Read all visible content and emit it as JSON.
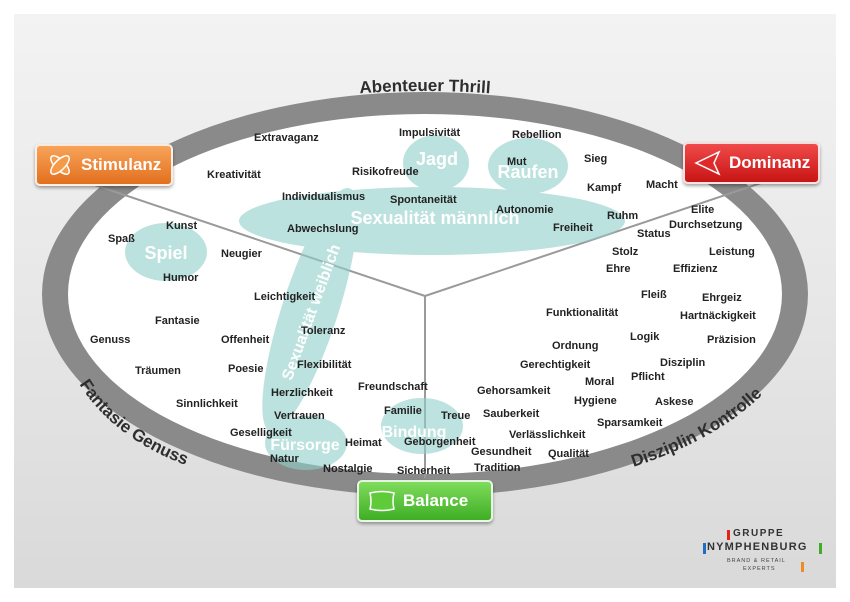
{
  "segments": {
    "top": "Abenteuer Thrill",
    "left": "Fantasie Genuss",
    "right": "Disziplin Kontrolle"
  },
  "buttons": {
    "stimulanz": "Stimulanz",
    "dominanz": "Dominanz",
    "balance": "Balance"
  },
  "clusters": {
    "jagd": "Jagd",
    "raufen": "Raufen",
    "sexualitaet_maennlich": "Sexualität männlich",
    "sexualitaet_weiblich": "Sexualität weiblich",
    "spiel": "Spiel",
    "fuersorge": "Fürsorge",
    "bindung": "Bindung"
  },
  "words": {
    "extravaganz": "Extravaganz",
    "impulsivitaet": "Impulsivität",
    "rebellion": "Rebellion",
    "sieg": "Sieg",
    "mut": "Mut",
    "risikofreude": "Risikofreude",
    "kreativitaet": "Kreativität",
    "individualismus": "Individualismus",
    "spontaneitaet": "Spontaneität",
    "kampf": "Kampf",
    "macht": "Macht",
    "autonomie": "Autonomie",
    "ruhm": "Ruhm",
    "elite": "Elite",
    "freiheit": "Freiheit",
    "durchsetzung": "Durchsetzung",
    "status": "Status",
    "abwechslung": "Abwechslung",
    "kunst": "Kunst",
    "spass": "Spaß",
    "neugier": "Neugier",
    "humor": "Humor",
    "stolz": "Stolz",
    "leistung": "Leistung",
    "ehre": "Ehre",
    "effizienz": "Effizienz",
    "leichtigkeit": "Leichtigkeit",
    "fleiss": "Fleiß",
    "ehrgeiz": "Ehrgeiz",
    "funktionalitaet": "Funktionalität",
    "hartnaeckigkeit": "Hartnäckigkeit",
    "fantasie": "Fantasie",
    "toleranz": "Toleranz",
    "genuss": "Genuss",
    "offenheit": "Offenheit",
    "logik": "Logik",
    "praezision": "Präzision",
    "ordnung": "Ordnung",
    "flexibilitaet": "Flexibilität",
    "gerechtigkeit": "Gerechtigkeit",
    "disziplin": "Disziplin",
    "traeumen": "Träumen",
    "poesie": "Poesie",
    "pflicht": "Pflicht",
    "moral": "Moral",
    "freundschaft": "Freundschaft",
    "herzlichkeit": "Herzlichkeit",
    "gehorsamkeit": "Gehorsamkeit",
    "sinnlichkeit": "Sinnlichkeit",
    "hygiene": "Hygiene",
    "askese": "Askese",
    "familie": "Familie",
    "vertrauen": "Vertrauen",
    "treue": "Treue",
    "sauberkeit": "Sauberkeit",
    "sparsamkeit": "Sparsamkeit",
    "geselligkeit": "Geselligkeit",
    "verlaesslichkeit": "Verlässlichkeit",
    "heimat": "Heimat",
    "geborgenheit": "Geborgenheit",
    "gesundheit": "Gesundheit",
    "qualitaet": "Qualität",
    "natur": "Natur",
    "tradition": "Tradition",
    "nostalgie": "Nostalgie",
    "sicherheit": "Sicherheit"
  },
  "logo": {
    "line1": "GRUPPE",
    "line2": "NYMPHENBURG",
    "line3": "BRAND & RETAIL",
    "line4": "EXPERTS"
  },
  "colors": {
    "stimulanz": "#e3701e",
    "dominanz": "#c81414",
    "balance": "#3fae25",
    "cluster": "#8fd0c9",
    "ring": "#8a8a8a"
  }
}
